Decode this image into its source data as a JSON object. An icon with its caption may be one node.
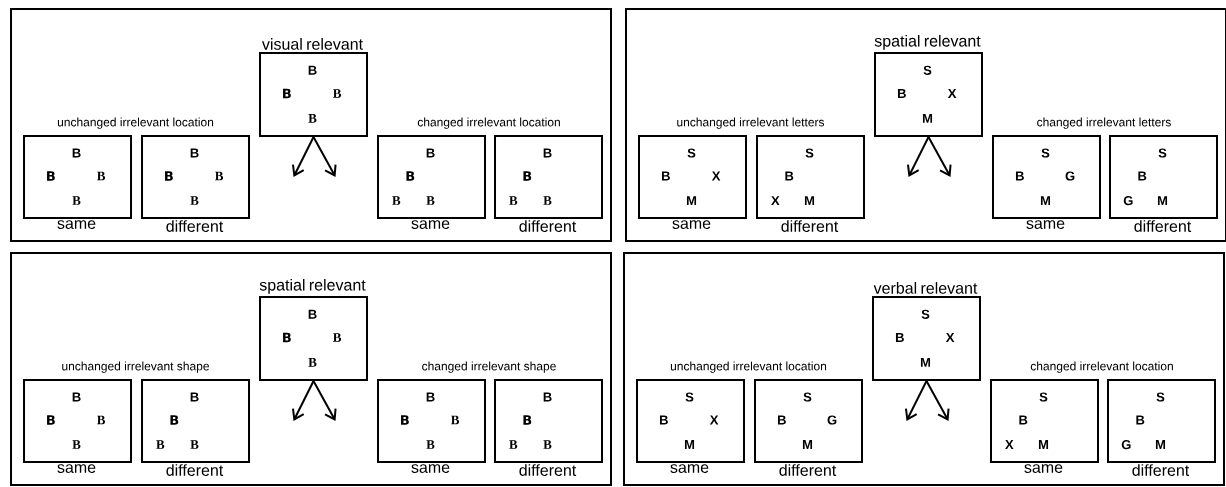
{
  "diagram": {
    "nodes": [
      {
        "text": [],
        "shape": "box"
      },
      {
        "text": [
          "visual relevant",
          "B",
          "B",
          "B",
          "B"
        ],
        "in": 0
      },
      {
        "text": [
          "B",
          "B",
          "B",
          "B"
        ],
        "in": 0,
        "beside": [
          "same"
        ]
      },
      {
        "text": [
          "B",
          "B",
          "B",
          "B"
        ],
        "in": 0,
        "beside": [
          "different"
        ]
      },
      {
        "text": [
          "B",
          "B",
          "B",
          "B"
        ],
        "in": 0,
        "beside": [
          "same"
        ]
      },
      {
        "text": [
          "B",
          "B",
          "B",
          "B"
        ],
        "in": 0,
        "beside": [
          "different"
        ]
      },
      {
        "text": [],
        "shape": "box"
      },
      {
        "text": [
          "spatial relevant",
          "S",
          "B",
          "X",
          "M"
        ],
        "in": 6
      },
      {
        "text": [
          "S",
          "B",
          "X",
          "M"
        ],
        "in": 6,
        "beside": [
          "same"
        ]
      },
      {
        "text": [
          "S",
          "B",
          "X",
          "M"
        ],
        "in": 6,
        "beside": [
          "different"
        ]
      },
      {
        "text": [
          "S",
          "B",
          "G",
          "M"
        ],
        "in": 6,
        "beside": [
          "same"
        ]
      },
      {
        "text": [
          "S",
          "B",
          "G",
          "M"
        ],
        "in": 6,
        "beside": [
          "different"
        ]
      },
      {
        "text": [],
        "shape": "box"
      },
      {
        "text": [
          "spatial relevant",
          "B",
          "B",
          "B",
          "B"
        ],
        "in": 12
      },
      {
        "text": [
          "B",
          "B",
          "B",
          "B"
        ],
        "in": 12,
        "beside": [
          "same"
        ]
      },
      {
        "text": [
          "B",
          "B",
          "B",
          "B"
        ],
        "in": 12,
        "beside": [
          "different"
        ]
      },
      {
        "text": [
          "B",
          "B",
          "B",
          "B"
        ],
        "in": 12,
        "beside": [
          "same"
        ]
      },
      {
        "text": [
          "B",
          "B",
          "B",
          "B"
        ],
        "in": 12,
        "beside": [
          "different"
        ]
      },
      {
        "text": [],
        "shape": "box"
      },
      {
        "text": [
          "verbal relevant",
          "S",
          "B",
          "X",
          "M"
        ],
        "in": 18
      },
      {
        "text": [
          "S",
          "B",
          "X",
          "M"
        ],
        "in": 18,
        "beside": [
          "same"
        ]
      },
      {
        "text": [
          "S",
          "B",
          "G",
          "M"
        ],
        "in": 18,
        "beside": [
          "different"
        ]
      },
      {
        "text": [
          "S",
          "B",
          "X",
          "M"
        ],
        "in": 18,
        "beside": [
          "same"
        ]
      },
      {
        "text": [
          "S",
          "B",
          "G",
          "M"
        ],
        "in": 18,
        "beside": [
          "different"
        ]
      }
    ],
    "edges": [
      {
        "from": 1,
        "to": null,
        "arrow": "to"
      },
      {
        "from": 1,
        "to": null,
        "arrow": "to"
      },
      {
        "from": 7,
        "to": null,
        "arrow": "to"
      },
      {
        "from": 7,
        "to": null,
        "arrow": "to"
      },
      {
        "from": 13,
        "to": null,
        "arrow": "to"
      },
      {
        "from": 13,
        "to": null,
        "arrow": "to"
      },
      {
        "from": 19,
        "to": null,
        "arrow": "to"
      },
      {
        "from": 19,
        "to": null,
        "arrow": "to"
      }
    ],
    "labels": [
      "unchanged irrelevant location",
      "changed irrelevant location",
      "unchanged irrelevant letters",
      "changed irrelevant letters",
      "unchanged irrelevant shape",
      "changed irrelevant shape",
      "unchanged irrelevant location",
      "changed irrelevant location"
    ]
  }
}
